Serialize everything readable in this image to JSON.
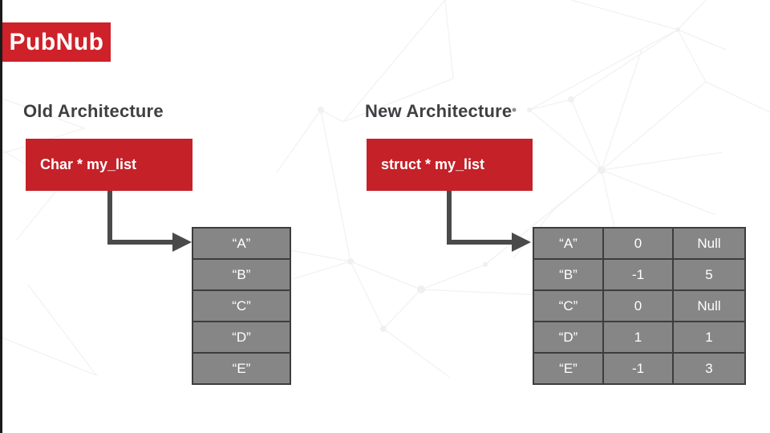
{
  "brand": {
    "logo_text": "PubNub"
  },
  "old": {
    "heading": "Old Architecture",
    "pointer_label": "Char * my_list",
    "list": [
      "“A”",
      "“B”",
      "“C”",
      "“D”",
      "“E”"
    ]
  },
  "new": {
    "heading": "New Architecture",
    "pointer_label": "struct * my_list",
    "table": [
      [
        "“A”",
        "0",
        "Null"
      ],
      [
        "“B”",
        "-1",
        "5"
      ],
      [
        "“C”",
        "0",
        "Null"
      ],
      [
        "“D”",
        "1",
        "1"
      ],
      [
        "“E”",
        "-1",
        "3"
      ]
    ]
  },
  "colors": {
    "brand_red_logo": "#ce2129",
    "brand_red_box": "#c42129",
    "cell_gray": "#868686",
    "table_border": "#3d3d3d",
    "arrow_gray": "#4a4a4a",
    "heading_gray": "#3e4043",
    "pattern_line": "#f2f2f2",
    "edge_bar_black": "#1a1a1a",
    "background": "#ffffff"
  }
}
